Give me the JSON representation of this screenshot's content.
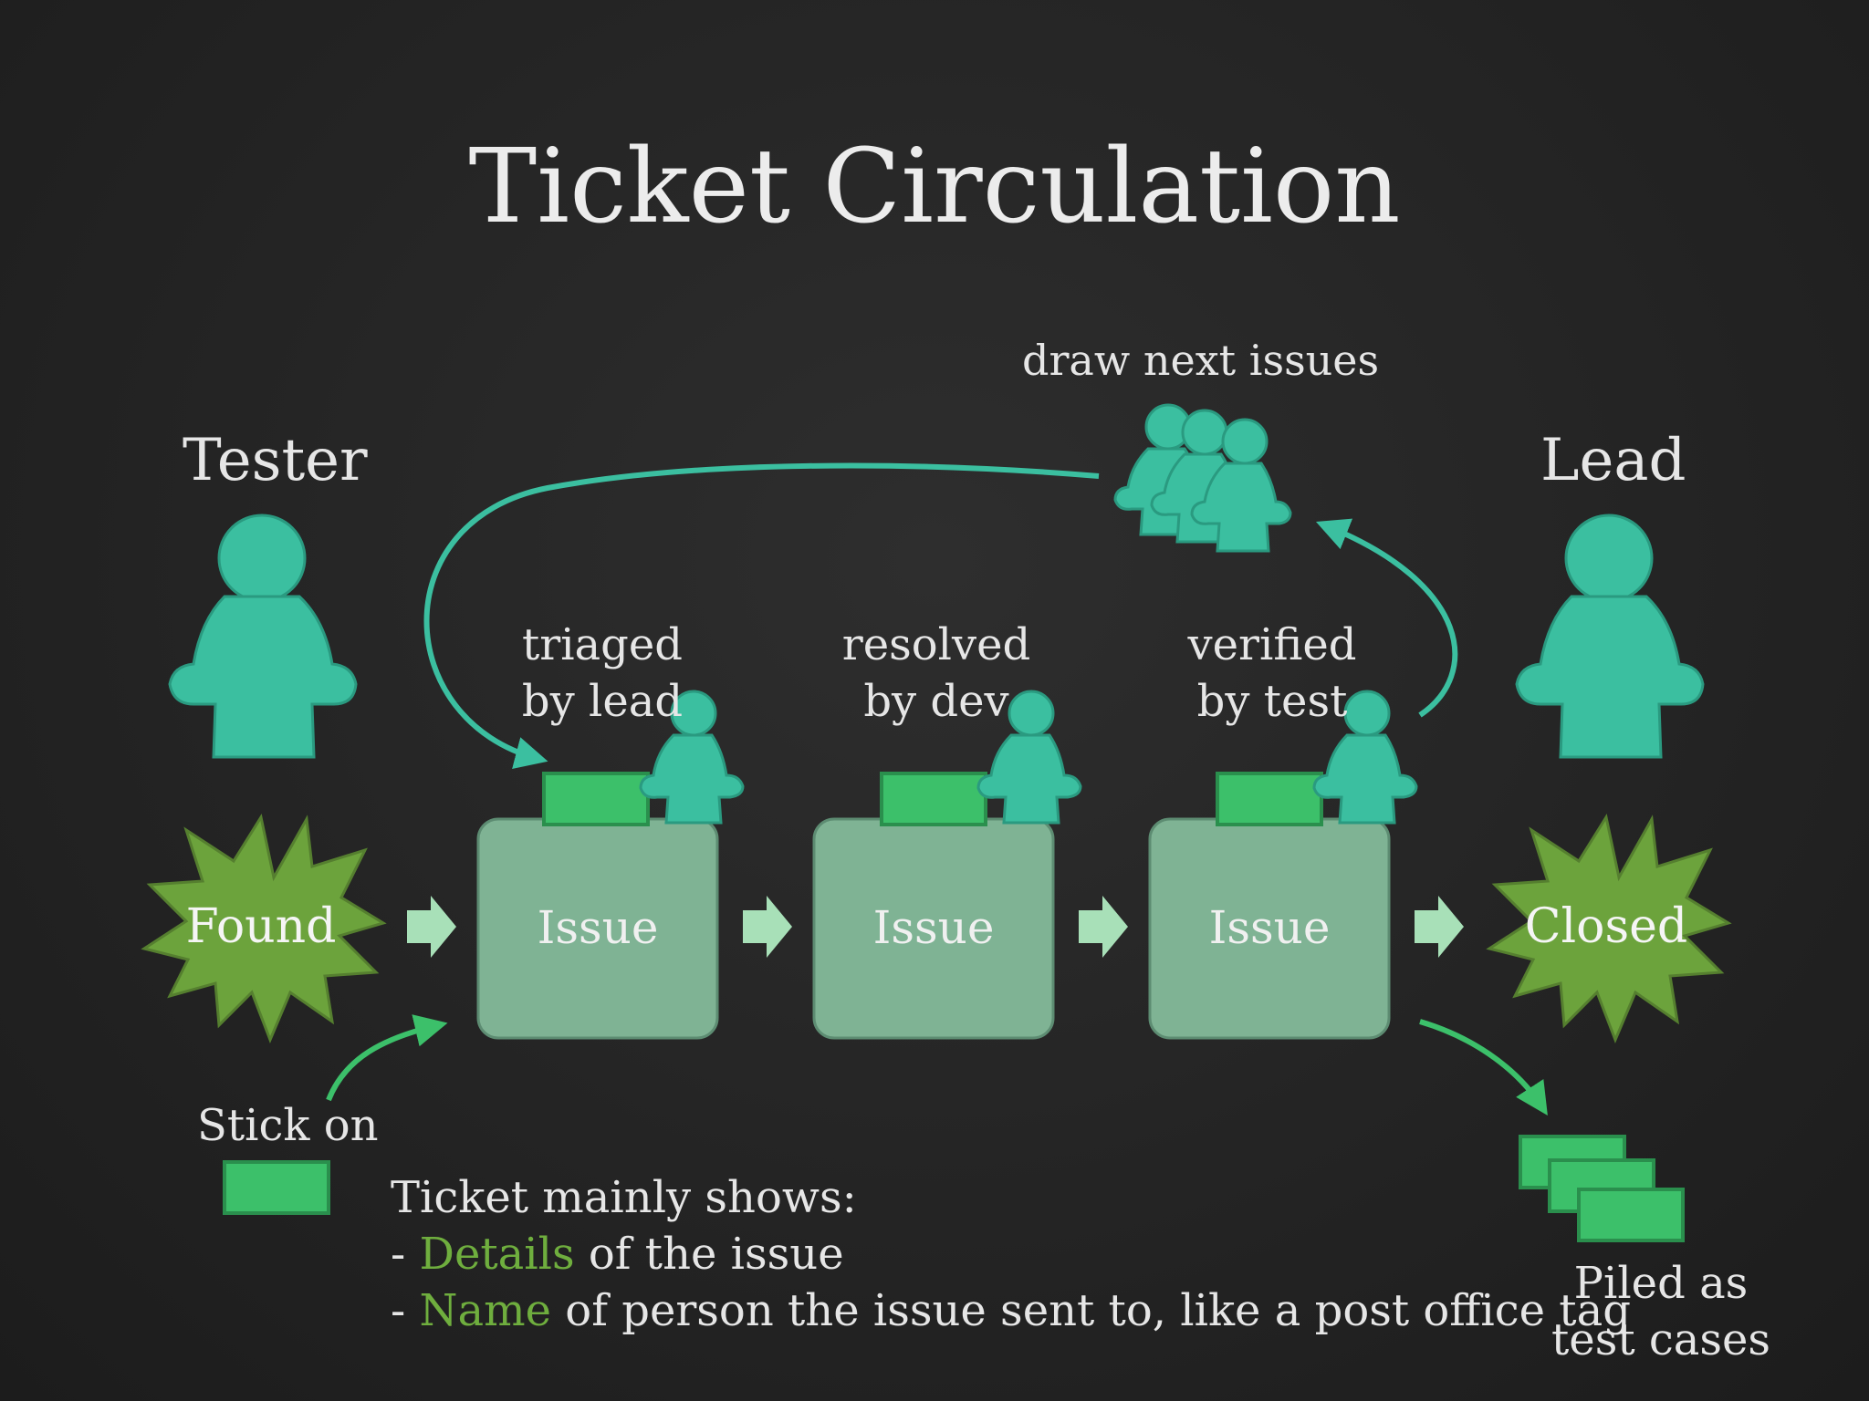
{
  "title": "Ticket Circulation",
  "roles": {
    "tester": "Tester",
    "lead": "Lead"
  },
  "top_note": "draw next issues",
  "stages": [
    {
      "line1": "triaged",
      "line2": "by lead",
      "box": "Issue"
    },
    {
      "line1": "resolved",
      "line2": "by dev",
      "box": "Issue"
    },
    {
      "line1": "verified",
      "line2": "by test",
      "box": "Issue"
    }
  ],
  "start_burst": "Found",
  "end_burst": "Closed",
  "stick_on": "Stick on",
  "piled": {
    "line1": "Piled as",
    "line2": "test cases"
  },
  "ticket_info": {
    "heading": "Ticket mainly shows:",
    "line1_prefix": "- ",
    "line1_highlight": "Details",
    "line1_rest": " of the issue",
    "line2_prefix": "- ",
    "line2_highlight": "Name",
    "line2_rest": " of person the issue sent to, like a post office tag"
  },
  "colors": {
    "person": "#3bbfa0",
    "issue_box": "#7fb394",
    "ticket": "#3cc06a",
    "burst": "#6ca33c",
    "arrow_small": "#a8e0b8",
    "curve": "#3bbfa0",
    "highlight": "#6fae3e"
  }
}
